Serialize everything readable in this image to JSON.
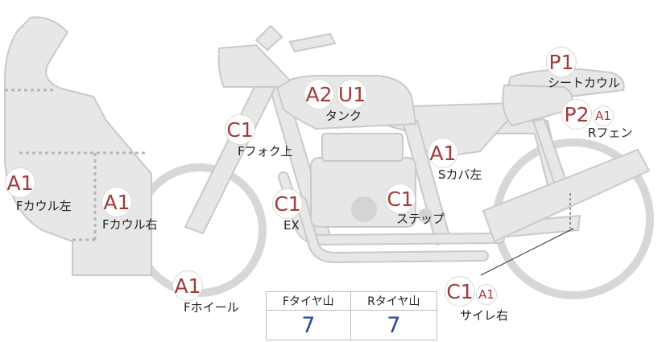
{
  "colors": {
    "part_fill": "#e7e7e5",
    "part_stroke": "#c9c9c7",
    "grade_text": "#a23a3a",
    "tread_value": "#2a4a9a"
  },
  "parts": [
    {
      "id": "f-cowl-left",
      "grades": [
        "A1"
      ],
      "label": "Fカウル左"
    },
    {
      "id": "f-cowl-right",
      "grades": [
        "A1"
      ],
      "label": "Fカウル右"
    },
    {
      "id": "f-wheel",
      "grades": [
        "A1"
      ],
      "label": "Fホイール"
    },
    {
      "id": "f-fork-upper",
      "grades": [
        "C1"
      ],
      "label": "Fフォク上"
    },
    {
      "id": "tank",
      "grades": [
        "A2",
        "U1"
      ],
      "label": "タンク"
    },
    {
      "id": "exhaust",
      "grades": [
        "C1"
      ],
      "label": "EX"
    },
    {
      "id": "step",
      "grades": [
        "C1"
      ],
      "label": "ステップ"
    },
    {
      "id": "s-cover-left",
      "grades": [
        "A1"
      ],
      "label": "Sカバ左"
    },
    {
      "id": "seat-cowl",
      "grades": [
        "P1"
      ],
      "label": "シートカウル"
    },
    {
      "id": "r-fender",
      "grades": [
        "P2",
        "A1"
      ],
      "label": "Rフェン"
    },
    {
      "id": "muffler-right",
      "grades": [
        "C1",
        "A1"
      ],
      "label": "サイレ右"
    }
  ],
  "tread": {
    "headers": [
      "Fタイヤ山",
      "Rタイヤ山"
    ],
    "values": [
      "7",
      "7"
    ]
  }
}
